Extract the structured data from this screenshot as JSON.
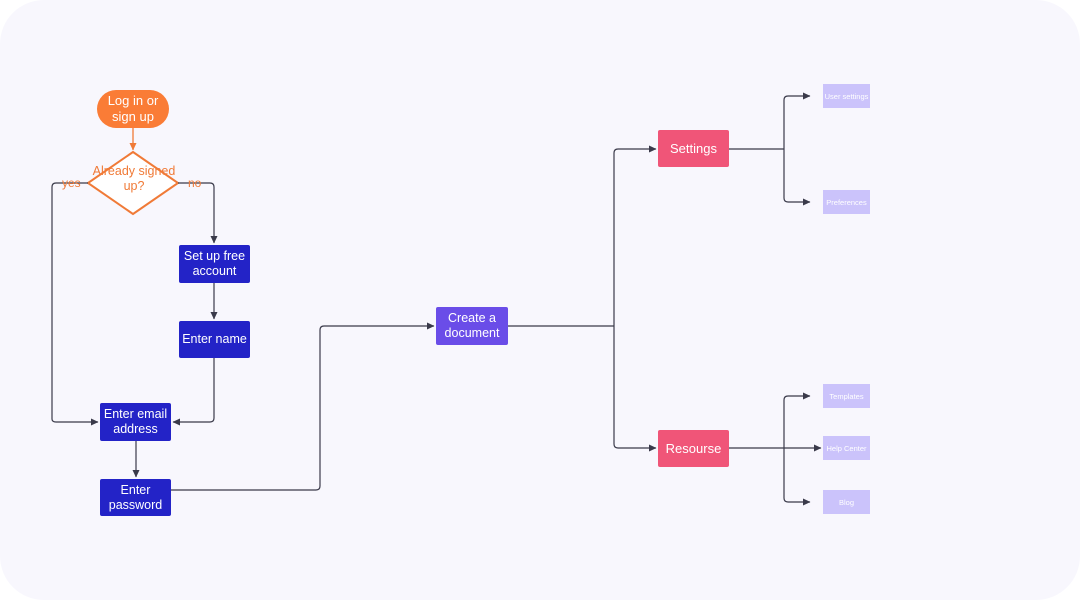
{
  "flowchart": {
    "start": "Log in or sign up",
    "decision": "Already signed up?",
    "decision_yes": "yes",
    "decision_no": "no",
    "setup_account": "Set up free account",
    "enter_name": "Enter name",
    "enter_email": "Enter email address",
    "enter_password": "Enter password",
    "create_document": "Create a document"
  },
  "tree": {
    "settings": {
      "label": "Settings",
      "children": [
        "User settings",
        "Preferences"
      ]
    },
    "resource": {
      "label": "Resourse",
      "children": [
        "Templates",
        "Help Center",
        "Blog"
      ]
    }
  },
  "colors": {
    "background": "#f8f7fd",
    "start_node": "#fa7c36",
    "decision_stroke": "#f07a37",
    "process_node": "#2323c7",
    "create_node": "#6a4de8",
    "category_node": "#f05578",
    "leaf_node": "#cbc3fb",
    "connector": "#3a3a4a"
  }
}
